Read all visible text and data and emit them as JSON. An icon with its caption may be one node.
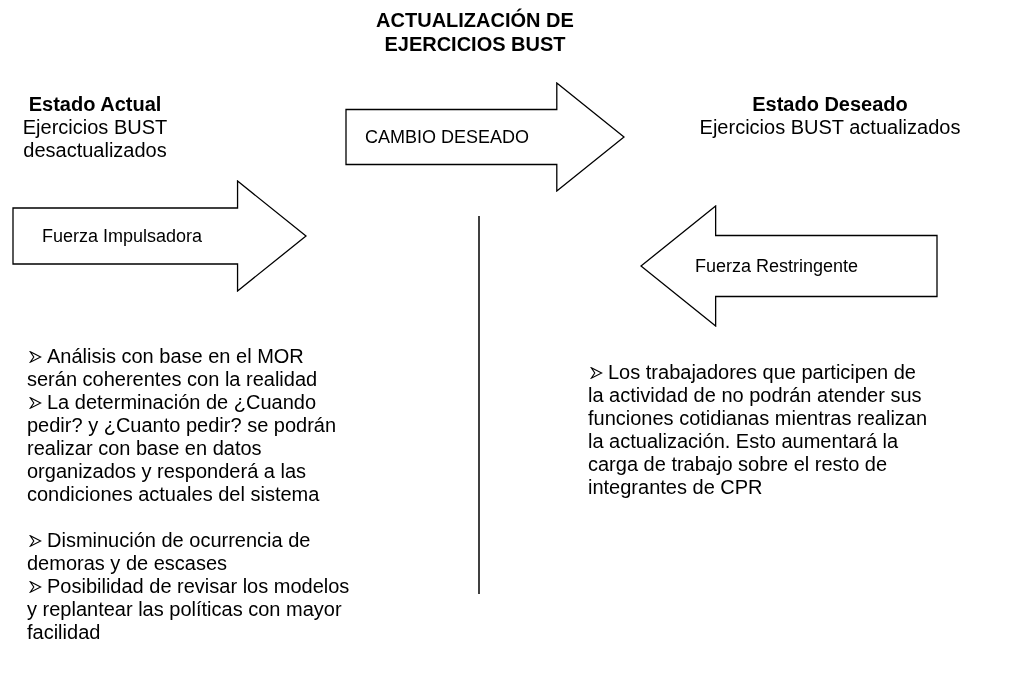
{
  "diagram": {
    "title": "ACTUALIZACIÓN DE EJERCICIOS BUST",
    "nodes": [
      {
        "text": [
          "CAMBIO DESEADO"
        ]
      },
      {
        "text": [
          "Fuerza Impulsadora"
        ]
      },
      {
        "text": [
          "Fuerza Restringente"
        ]
      }
    ],
    "edges": [],
    "labels": [
      "Estado Actual",
      "Ejercicios BUST desactualizados",
      "Estado Deseado",
      "Ejercicios BUST actualizados",
      "Análisis con base en el MOR serán coherentes con la realidad",
      "La determinación de ¿Cuando pedir? y ¿Cuanto pedir? se podrán realizar con base en datos organizados y responderá a las condiciones actuales del sistema",
      "Disminución de ocurrencia de demoras y de escases",
      "Posibilidad de revisar los modelos y replantear las políticas con mayor facilidad",
      "Los trabajadores que participen de la actividad de no podrán atender sus funciones cotidianas mientras realizan la actualización. Esto aumentará la carga de trabajo sobre el resto de integrantes de CPR"
    ]
  }
}
